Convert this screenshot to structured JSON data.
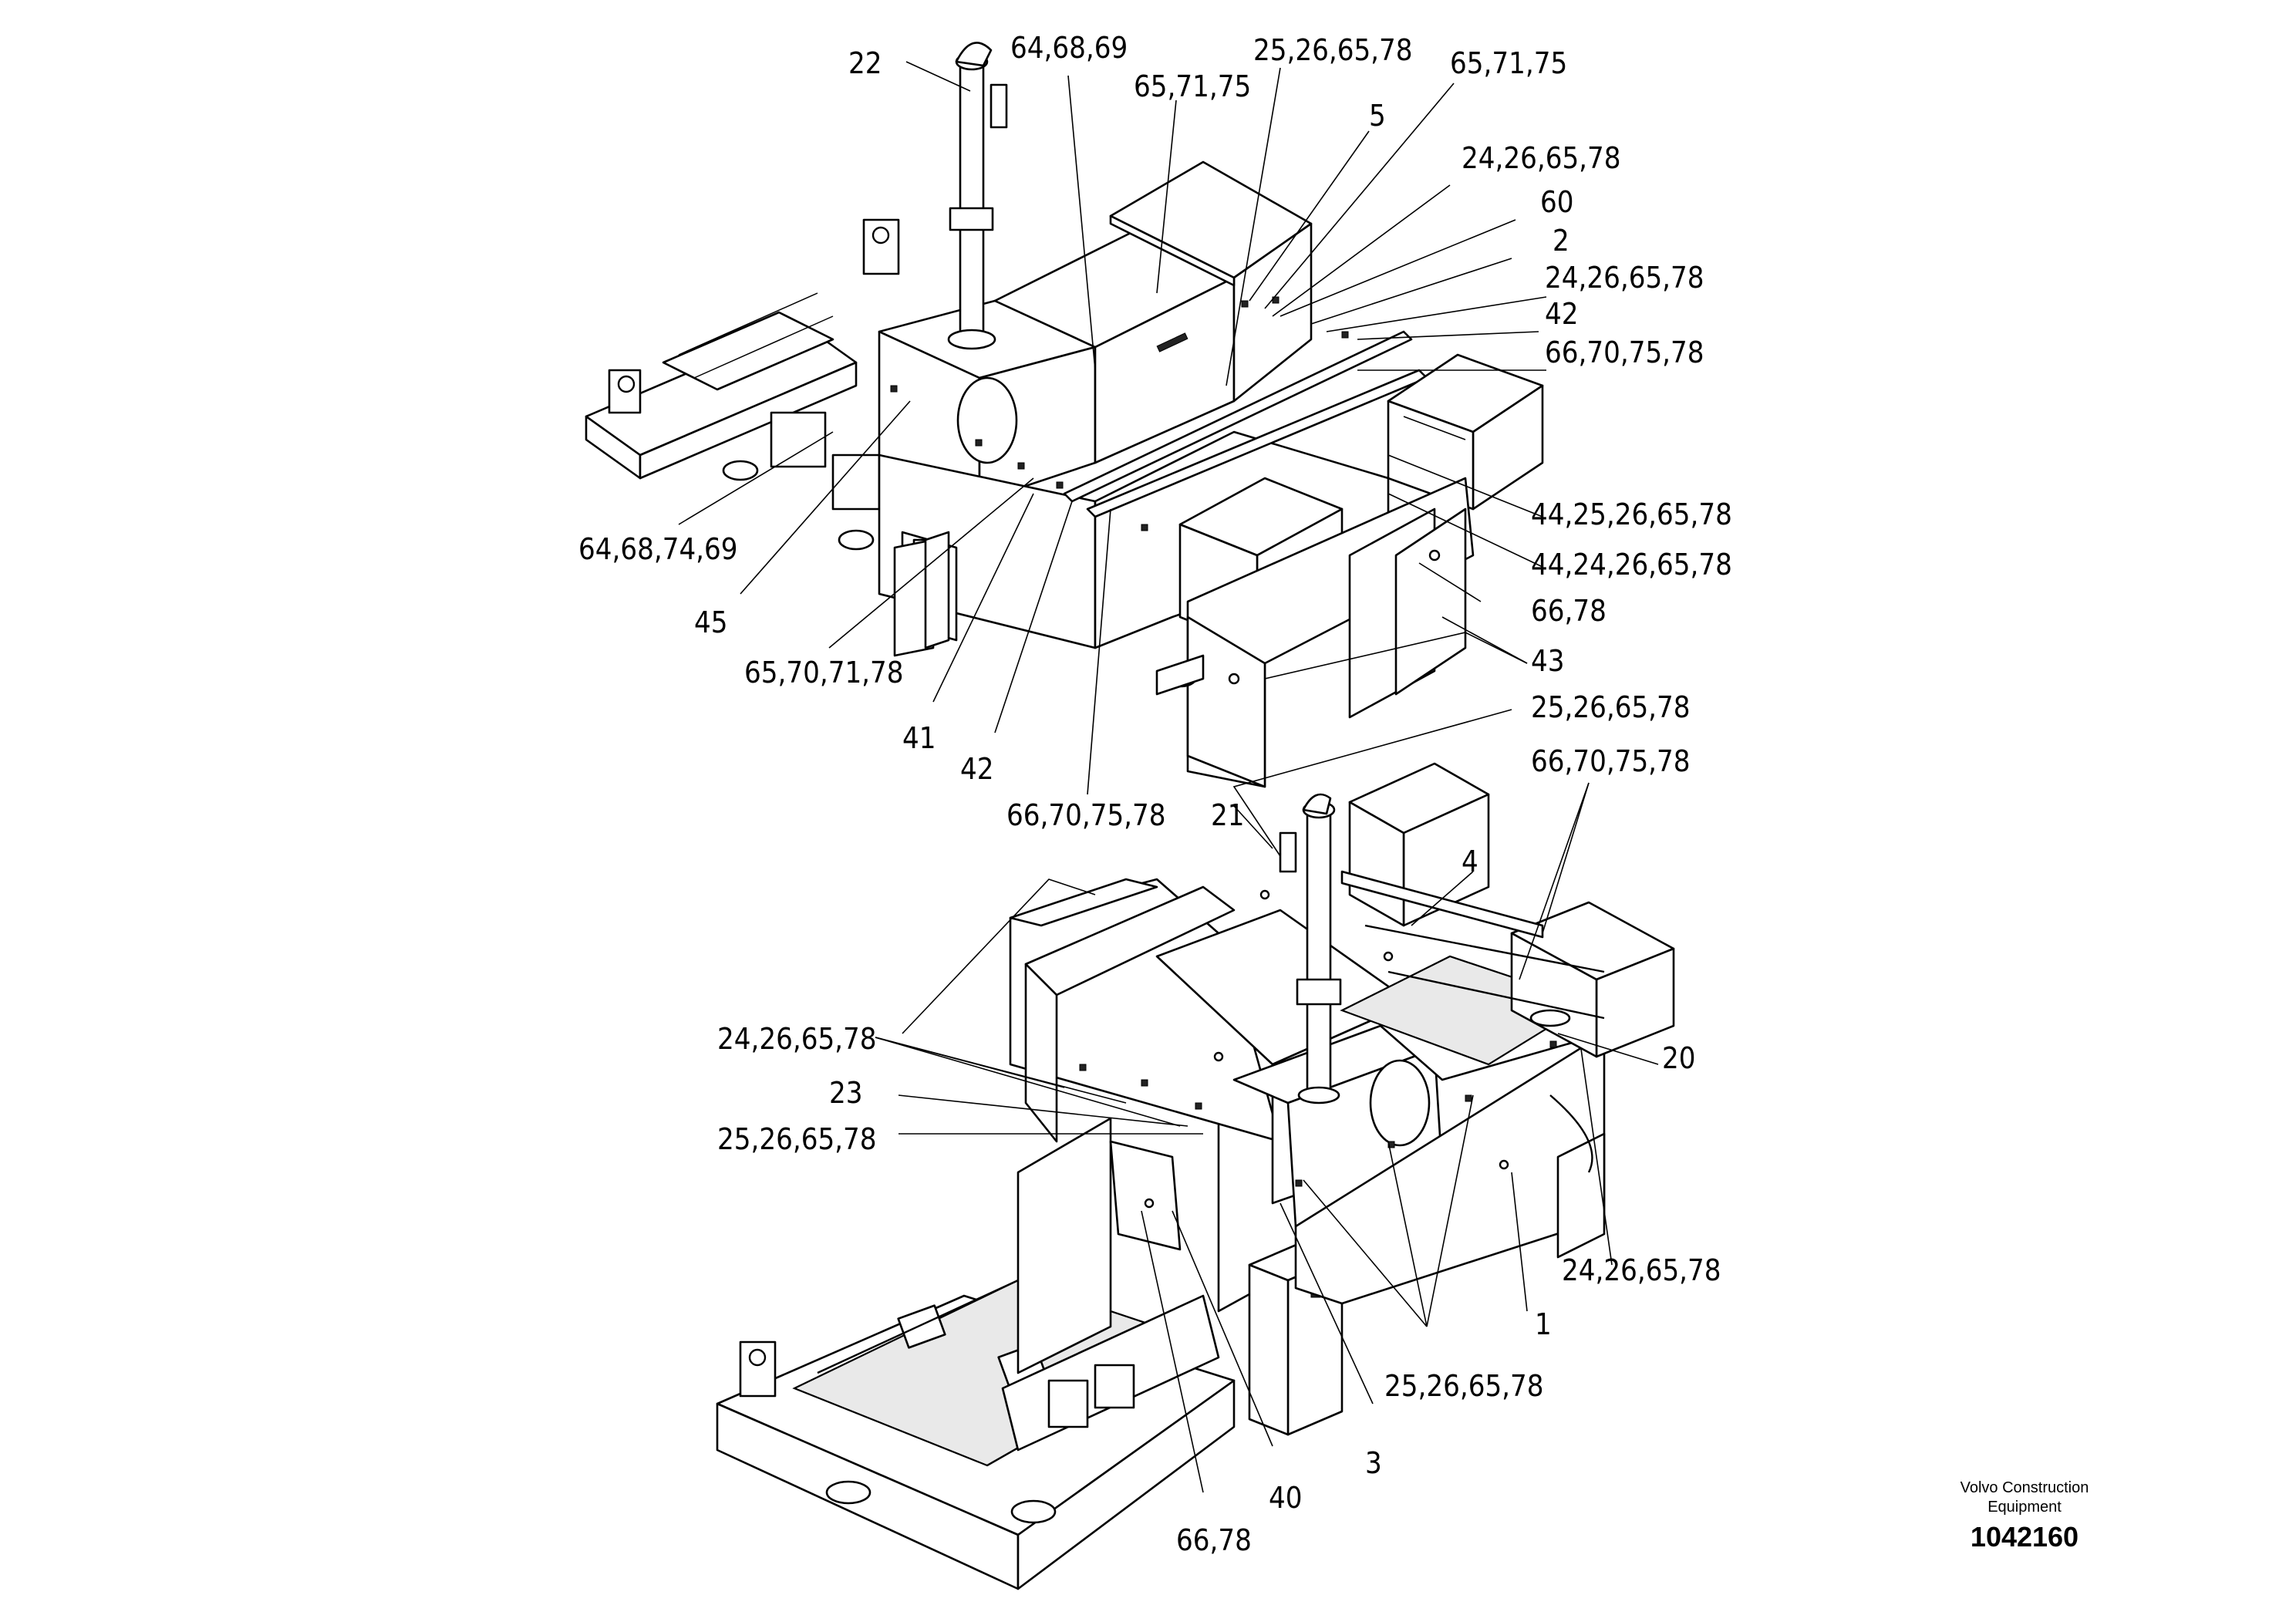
{
  "upper_view": {
    "callouts": [
      "22",
      "64,68,69",
      "25,26,65,78",
      "65,71,75",
      "65,71,75",
      "5",
      "24,26,65,78",
      "60",
      "2",
      "24,26,65,78",
      "42",
      "66,70,75,78",
      "44,25,26,65,78",
      "44,24,26,65,78",
      "66,78",
      "43",
      "64,68,74,69",
      "45",
      "65,70,71,78",
      "41",
      "42",
      "66,70,75,78"
    ]
  },
  "lower_view": {
    "callouts": [
      "25,26,65,78",
      "66,70,75,78",
      "21",
      "4",
      "20",
      "24,26,65,78",
      "23",
      "25,26,65,78",
      "24,26,65,78",
      "1",
      "25,26,65,78",
      "3",
      "40",
      "66,78"
    ]
  },
  "title_block": {
    "brand_line1": "Volvo Construction",
    "brand_line2": "Equipment",
    "doc_number": "1042160"
  }
}
